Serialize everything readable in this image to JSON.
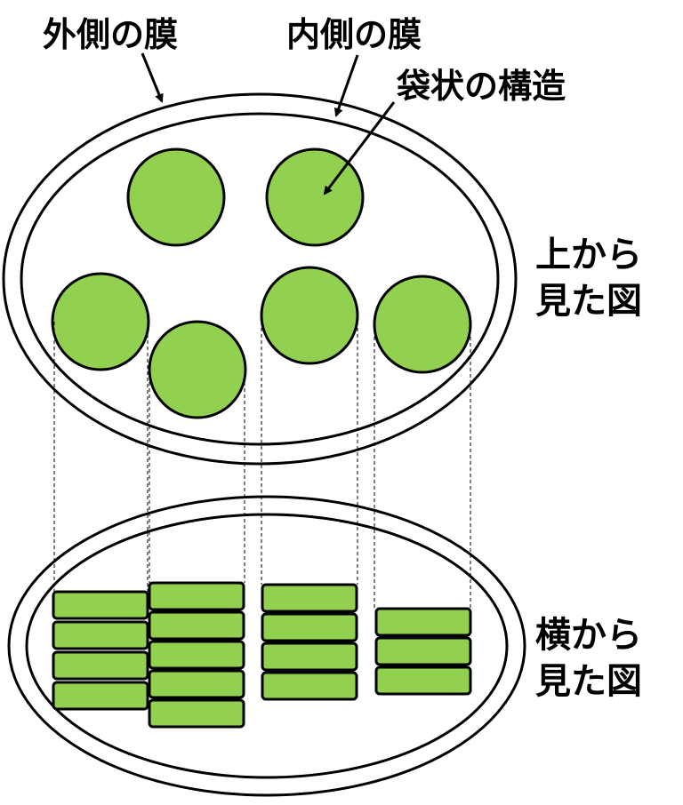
{
  "labels": {
    "outer_membrane": "外側の膜",
    "inner_membrane": "内側の膜",
    "sac_structure": "袋状の構造",
    "top_view_line1": "上から",
    "top_view_line2": "見た図",
    "side_view_line1": "横から",
    "side_view_line2": "見た図"
  },
  "colors": {
    "sac_fill": "#92d050",
    "outline": "#000000",
    "background": "#ffffff"
  },
  "top_view": {
    "sac_count": 6
  },
  "side_view": {
    "stacks": [
      4,
      5,
      4,
      3
    ]
  }
}
